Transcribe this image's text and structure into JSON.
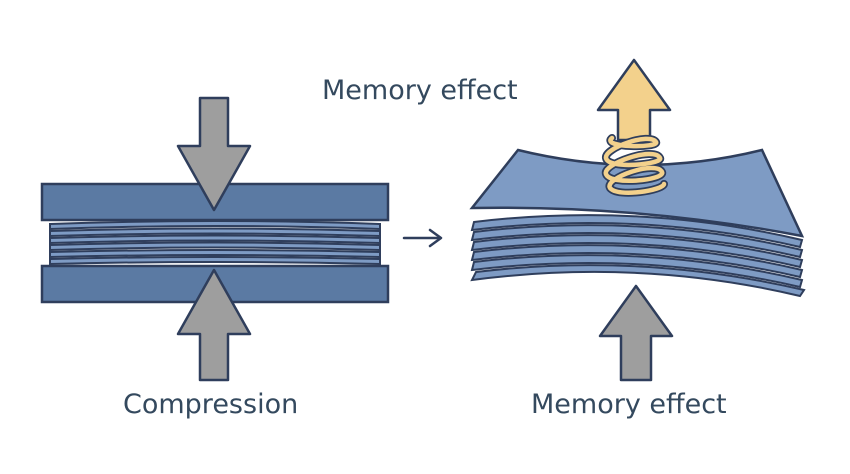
{
  "labels": {
    "top_memory_effect": "Memory effect",
    "compression": "Compression",
    "bottom_memory_effect": "Memory effect"
  },
  "colors": {
    "plate_fill": "#5b7aa3",
    "plate_stroke": "#2f3e5c",
    "sheet_fill": "#7e9bc4",
    "sheet_stroke": "#2f3e5c",
    "press_arrow_fill": "#9e9e9e",
    "press_arrow_stroke": "#2f3e5c",
    "release_arrow_fill": "#f3d18c",
    "spring_stroke": "#c9a352",
    "spring_highlight": "#f6e3b0",
    "text": "#34495e"
  },
  "icons": {
    "compress_down": "arrow-down-icon",
    "compress_up": "arrow-up-icon",
    "transition": "arrow-right-icon",
    "release": "arrow-up-icon",
    "spring": "spring-icon",
    "push_up": "arrow-up-icon"
  }
}
